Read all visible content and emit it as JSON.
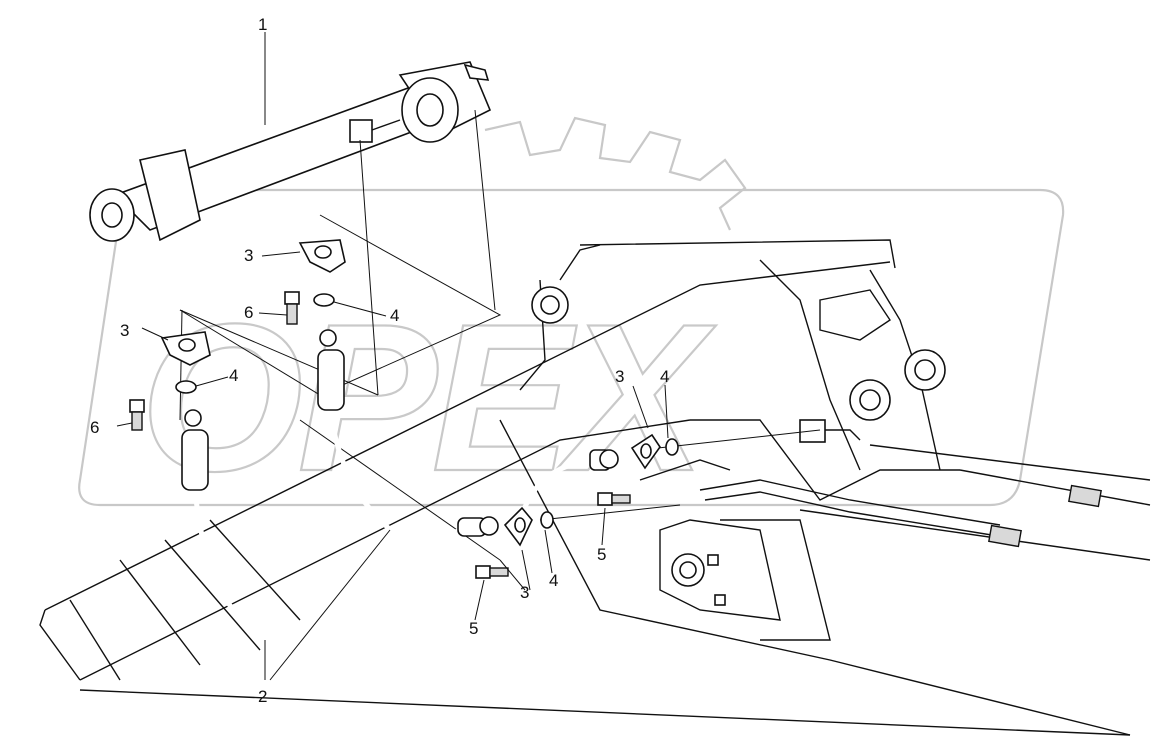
{
  "diagram": {
    "watermark_text": "OPEX",
    "callouts": [
      {
        "id": "c1",
        "label": "1"
      },
      {
        "id": "c2",
        "label": "2"
      },
      {
        "id": "c3a",
        "label": "3"
      },
      {
        "id": "c3b",
        "label": "3"
      },
      {
        "id": "c3c",
        "label": "3"
      },
      {
        "id": "c3d",
        "label": "3"
      },
      {
        "id": "c4a",
        "label": "4"
      },
      {
        "id": "c4b",
        "label": "4"
      },
      {
        "id": "c4c",
        "label": "4"
      },
      {
        "id": "c4d",
        "label": "4"
      },
      {
        "id": "c5a",
        "label": "5"
      },
      {
        "id": "c5b",
        "label": "5"
      },
      {
        "id": "c6a",
        "label": "6"
      },
      {
        "id": "c6b",
        "label": "6"
      }
    ]
  }
}
